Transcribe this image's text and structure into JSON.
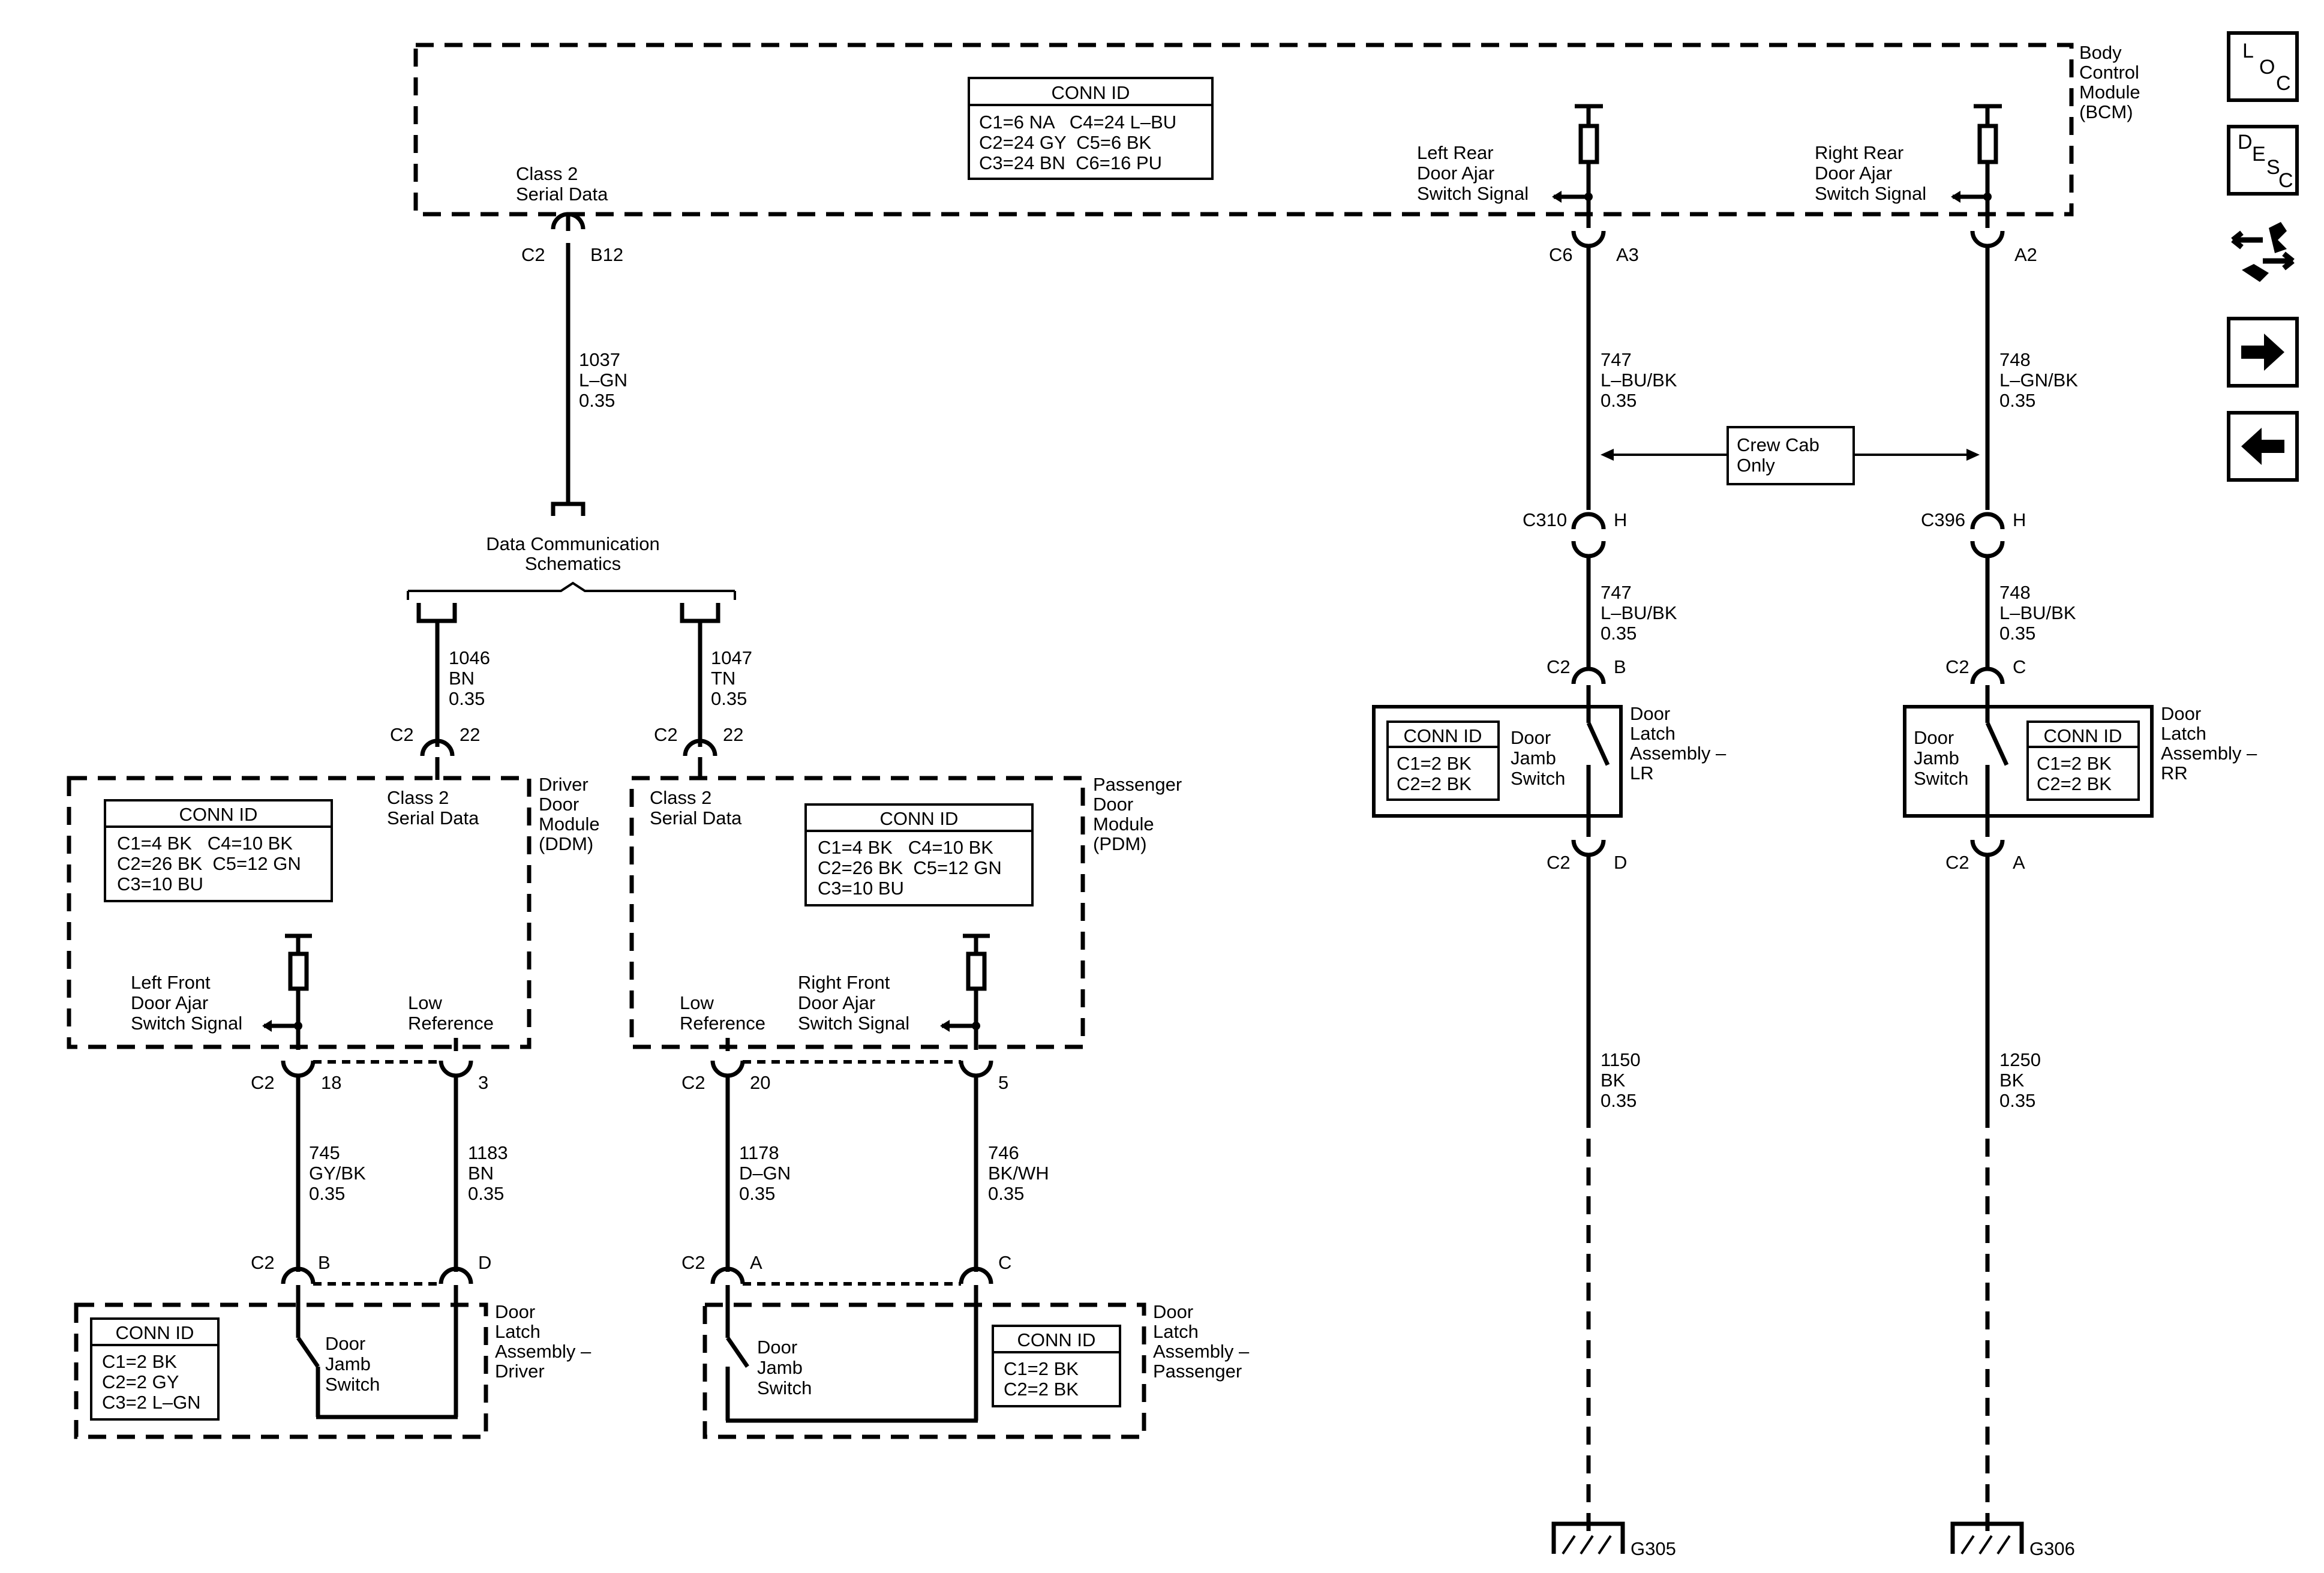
{
  "bcm": {
    "title": [
      "Body",
      "Control",
      "Module",
      "(BCM)"
    ],
    "conn_id": {
      "title": "CONN ID",
      "rows": [
        "C1=6 NA   C4=24 L–BU",
        "C2=24 GY  C5=6 BK",
        "C3=24 BN  C6=16 PU"
      ]
    },
    "class2": [
      "Class 2",
      "Serial Data"
    ],
    "lr_signal": [
      "Left Rear",
      "Door Ajar",
      "Switch Signal"
    ],
    "rr_signal": [
      "Right Rear",
      "Door Ajar",
      "Switch Signal"
    ],
    "pin_c2": "C2",
    "pin_b12": "B12",
    "pin_c6": "C6",
    "pin_a3": "A3",
    "pin_a2": "A2"
  },
  "wires": {
    "w1037": [
      "1037",
      "L–GN",
      "0.35"
    ],
    "w1046": [
      "1046",
      "BN",
      "0.35"
    ],
    "w1047": [
      "1047",
      "TN",
      "0.35"
    ],
    "w747a": [
      "747",
      "L–BU/BK",
      "0.35"
    ],
    "w748a": [
      "748",
      "L–GN/BK",
      "0.35"
    ],
    "w747b": [
      "747",
      "L–BU/BK",
      "0.35"
    ],
    "w748b": [
      "748",
      "L–BU/BK",
      "0.35"
    ],
    "w745": [
      "745",
      "GY/BK",
      "0.35"
    ],
    "w1183": [
      "1183",
      "BN",
      "0.35"
    ],
    "w1178": [
      "1178",
      "D–GN",
      "0.35"
    ],
    "w746": [
      "746",
      "BK/WH",
      "0.35"
    ],
    "w1150": [
      "1150",
      "BK",
      "0.35"
    ],
    "w1250": [
      "1250",
      "BK",
      "0.35"
    ]
  },
  "data_comm": [
    "Data Communication",
    "Schematics"
  ],
  "crew_cab": [
    "Crew Cab",
    "Only"
  ],
  "ddm": {
    "title": [
      "Driver",
      "Door",
      "Module",
      "(DDM)"
    ],
    "class2": [
      "Class 2",
      "Serial Data"
    ],
    "conn_id": {
      "title": "CONN ID",
      "rows": [
        "C1=4 BK   C4=10 BK",
        "C2=26 BK  C5=12 GN",
        "C3=10 BU"
      ]
    },
    "lf_signal": [
      "Left Front",
      "Door Ajar",
      "Switch Signal"
    ],
    "low_ref": [
      "Low",
      "Reference"
    ],
    "pin_c2_top": "C2",
    "pin_22": "22",
    "pin_c2_bot": "C2",
    "pin_18": "18",
    "pin_3": "3"
  },
  "pdm": {
    "title": [
      "Passenger",
      "Door",
      "Module",
      "(PDM)"
    ],
    "class2": [
      "Class 2",
      "Serial Data"
    ],
    "conn_id": {
      "title": "CONN ID",
      "rows": [
        "C1=4 BK   C4=10 BK",
        "C2=26 BK  C5=12 GN",
        "C3=10 BU"
      ]
    },
    "rf_signal": [
      "Right Front",
      "Door Ajar",
      "Switch Signal"
    ],
    "low_ref": [
      "Low",
      "Reference"
    ],
    "pin_c2_top": "C2",
    "pin_22": "22",
    "pin_c2_bot": "C2",
    "pin_20": "20",
    "pin_5": "5"
  },
  "latch_driver": {
    "title": [
      "Door",
      "Latch",
      "Assembly –",
      "Driver"
    ],
    "conn_id": {
      "title": "CONN ID",
      "rows": [
        "C1=2 BK",
        "C2=2 GY",
        "C3=2 L–GN"
      ]
    },
    "switch": [
      "Door",
      "Jamb",
      "Switch"
    ],
    "pin_c2": "C2",
    "pin_b": "B",
    "pin_d": "D"
  },
  "latch_passenger": {
    "title": [
      "Door",
      "Latch",
      "Assembly –",
      "Passenger"
    ],
    "conn_id": {
      "title": "CONN ID",
      "rows": [
        "C1=2 BK",
        "C2=2 BK"
      ]
    },
    "switch": [
      "Door",
      "Jamb",
      "Switch"
    ],
    "pin_c2": "C2",
    "pin_a": "A",
    "pin_c": "C"
  },
  "latch_lr": {
    "title": [
      "Door",
      "Latch",
      "Assembly –",
      "LR"
    ],
    "conn_id": {
      "title": "CONN ID",
      "rows": [
        "C1=2 BK",
        "C2=2 BK"
      ]
    },
    "switch": [
      "Door",
      "Jamb",
      "Switch"
    ],
    "pin_c2_top": "C2",
    "pin_b": "B",
    "pin_c2_bot": "C2",
    "pin_d": "D"
  },
  "latch_rr": {
    "title": [
      "Door",
      "Latch",
      "Assembly –",
      "RR"
    ],
    "conn_id": {
      "title": "CONN ID",
      "rows": [
        "C1=2 BK",
        "C2=2 BK"
      ]
    },
    "switch": [
      "Door",
      "Jamb",
      "Switch"
    ],
    "pin_c2_top": "C2",
    "pin_c": "C",
    "pin_c2_bot": "C2",
    "pin_a": "A"
  },
  "c310": {
    "name": "C310",
    "pin": "H"
  },
  "c396": {
    "name": "C396",
    "pin": "H"
  },
  "ground_g305": "G305",
  "ground_g306": "G306",
  "nav": {
    "loc": {
      "l": "L",
      "o": "O",
      "c": "C"
    },
    "desc": {
      "d": "D",
      "e": "E",
      "s": "S",
      "c": "C"
    },
    "icons": [
      "wrench-arrows-icon",
      "arrow-right-icon",
      "arrow-left-icon"
    ]
  }
}
